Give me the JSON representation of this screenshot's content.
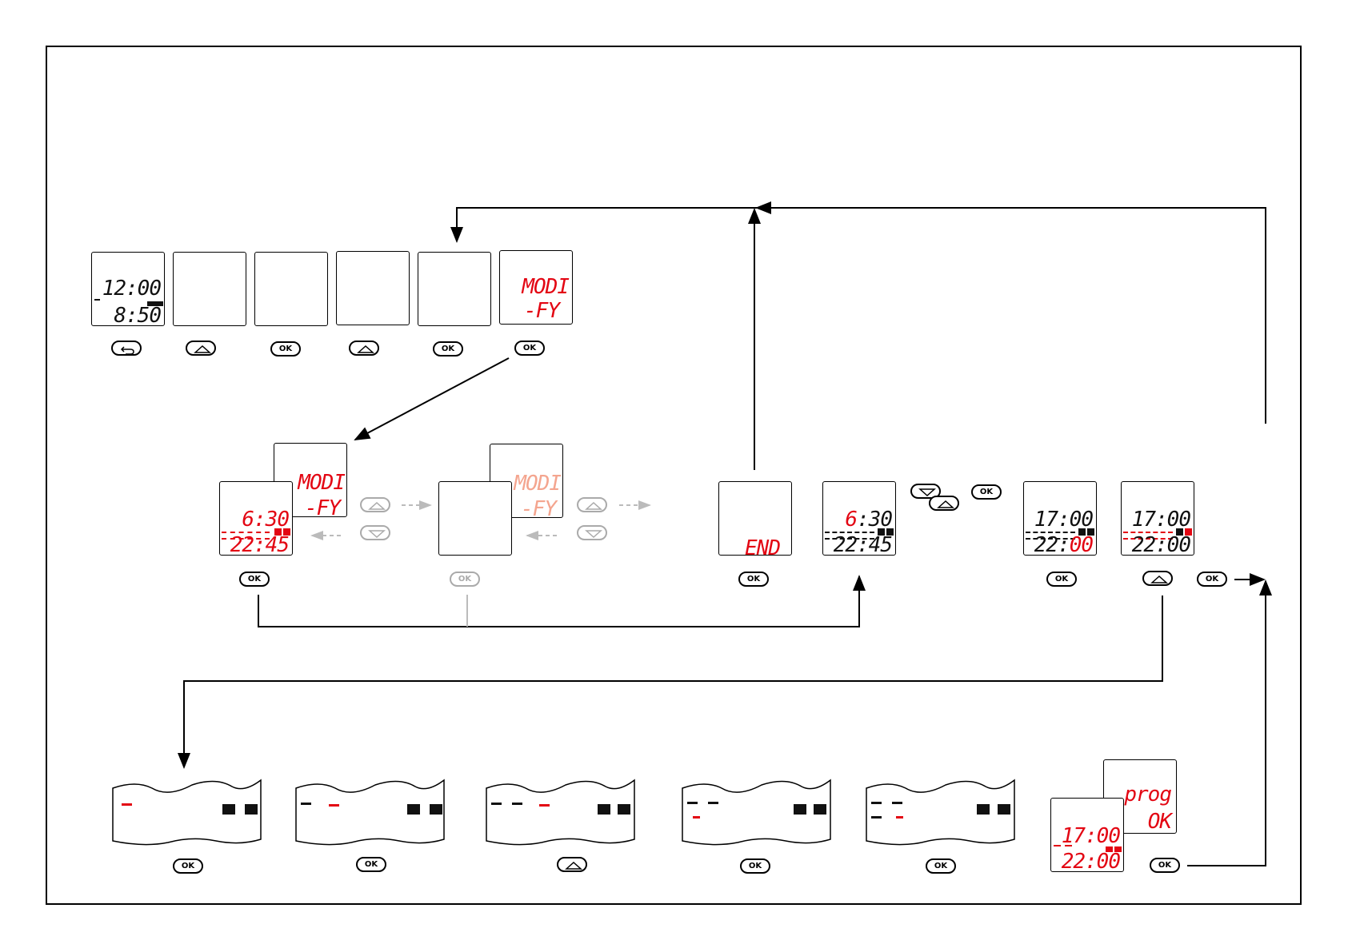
{
  "colors": {
    "red": "#e30613",
    "black": "#111111",
    "grey": "#aaaaaa",
    "faint": "#f4a58f"
  },
  "top_row": {
    "clock_time": "12:00",
    "clock_seconds": "8:50",
    "modify_line1": "MODI",
    "modify_line2": "-FY",
    "buttons": [
      "back-icon",
      "up-icon",
      "OK",
      "up-icon",
      "OK",
      "OK"
    ]
  },
  "middle_row": {
    "program_on_time": "6:30",
    "program_off_time": "22:45",
    "modify_line1": "MODI",
    "modify_line2": "-FY",
    "end_label": "END",
    "edit_on_time": "17:00",
    "edit_off_time": "22:00",
    "ok_label": "OK"
  },
  "bottom_row": {
    "confirm_line1": "prog",
    "confirm_line2": "OK",
    "confirm_on_time": "17:00",
    "confirm_off_time": "22:00",
    "ok_label": "OK"
  }
}
